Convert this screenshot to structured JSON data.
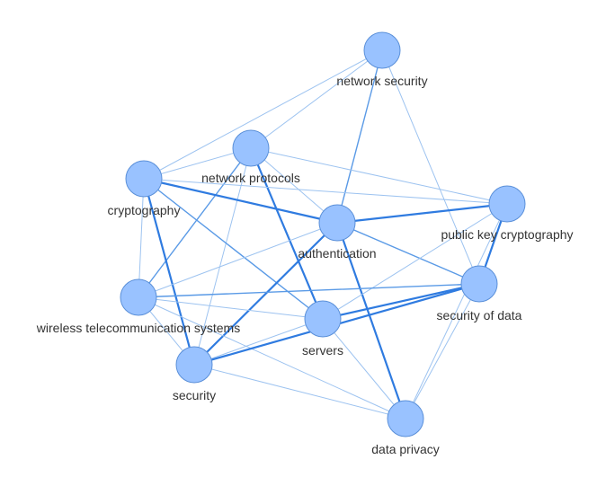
{
  "graph": {
    "nodes": [
      {
        "id": "network-security",
        "label": "network security"
      },
      {
        "id": "network-protocols",
        "label": "network protocols"
      },
      {
        "id": "cryptography",
        "label": "cryptography"
      },
      {
        "id": "authentication",
        "label": "authentication"
      },
      {
        "id": "public-key-cryptography",
        "label": "public key cryptography"
      },
      {
        "id": "wireless-telecommunication-systems",
        "label": "wireless telecommunication systems"
      },
      {
        "id": "servers",
        "label": "servers"
      },
      {
        "id": "security-of-data",
        "label": "security of data"
      },
      {
        "id": "security",
        "label": "security"
      },
      {
        "id": "data-privacy",
        "label": "data privacy"
      }
    ],
    "edges": [
      {
        "source": "network-security",
        "target": "network-protocols",
        "weight": 1
      },
      {
        "source": "network-security",
        "target": "cryptography",
        "weight": 1
      },
      {
        "source": "network-security",
        "target": "authentication",
        "weight": 2
      },
      {
        "source": "network-security",
        "target": "security-of-data",
        "weight": 1
      },
      {
        "source": "network-protocols",
        "target": "cryptography",
        "weight": 1
      },
      {
        "source": "network-protocols",
        "target": "authentication",
        "weight": 1
      },
      {
        "source": "network-protocols",
        "target": "public-key-cryptography",
        "weight": 1
      },
      {
        "source": "network-protocols",
        "target": "wireless-telecommunication-systems",
        "weight": 2
      },
      {
        "source": "network-protocols",
        "target": "servers",
        "weight": 3
      },
      {
        "source": "network-protocols",
        "target": "security",
        "weight": 1
      },
      {
        "source": "cryptography",
        "target": "authentication",
        "weight": 3
      },
      {
        "source": "cryptography",
        "target": "public-key-cryptography",
        "weight": 1
      },
      {
        "source": "cryptography",
        "target": "wireless-telecommunication-systems",
        "weight": 1
      },
      {
        "source": "cryptography",
        "target": "servers",
        "weight": 2
      },
      {
        "source": "cryptography",
        "target": "security",
        "weight": 3
      },
      {
        "source": "authentication",
        "target": "public-key-cryptography",
        "weight": 3
      },
      {
        "source": "authentication",
        "target": "wireless-telecommunication-systems",
        "weight": 1
      },
      {
        "source": "authentication",
        "target": "security-of-data",
        "weight": 2
      },
      {
        "source": "authentication",
        "target": "security",
        "weight": 3
      },
      {
        "source": "authentication",
        "target": "data-privacy",
        "weight": 3
      },
      {
        "source": "public-key-cryptography",
        "target": "servers",
        "weight": 1
      },
      {
        "source": "public-key-cryptography",
        "target": "security-of-data",
        "weight": 3
      },
      {
        "source": "public-key-cryptography",
        "target": "data-privacy",
        "weight": 1
      },
      {
        "source": "wireless-telecommunication-systems",
        "target": "security-of-data",
        "weight": 2
      },
      {
        "source": "wireless-telecommunication-systems",
        "target": "servers",
        "weight": 1
      },
      {
        "source": "wireless-telecommunication-systems",
        "target": "security",
        "weight": 1
      },
      {
        "source": "wireless-telecommunication-systems",
        "target": "data-privacy",
        "weight": 1
      },
      {
        "source": "servers",
        "target": "security-of-data",
        "weight": 3
      },
      {
        "source": "servers",
        "target": "security",
        "weight": 1
      },
      {
        "source": "servers",
        "target": "data-privacy",
        "weight": 1
      },
      {
        "source": "security-of-data",
        "target": "security",
        "weight": 3
      },
      {
        "source": "security-of-data",
        "target": "data-privacy",
        "weight": 1
      },
      {
        "source": "security",
        "target": "data-privacy",
        "weight": 1
      }
    ]
  },
  "colors": {
    "node_fill": "#99c2ff",
    "node_stroke": "#5b90d9",
    "edge_light": "#9dc3f0",
    "edge_mid": "#5a9ae6",
    "edge_dark": "#2f7be0",
    "label": "#333333"
  }
}
